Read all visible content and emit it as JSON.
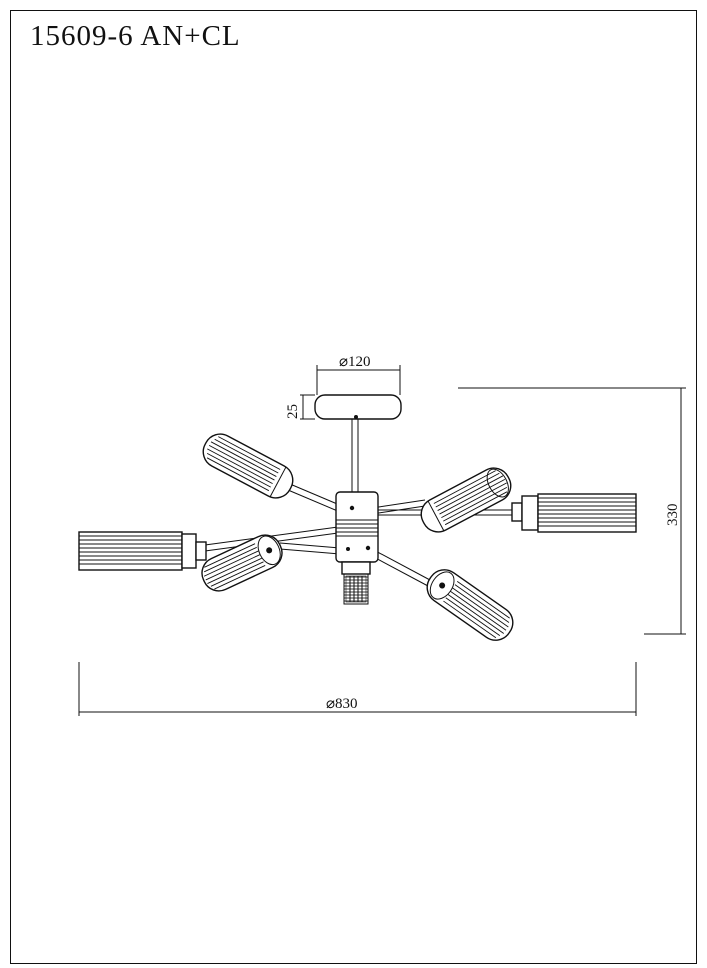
{
  "model": {
    "number": "15609-6",
    "finish": "AN+CL"
  },
  "dimensions": {
    "canopy_diameter": "⌀120",
    "canopy_height": "25",
    "total_height": "330",
    "total_diameter": "⌀830"
  }
}
